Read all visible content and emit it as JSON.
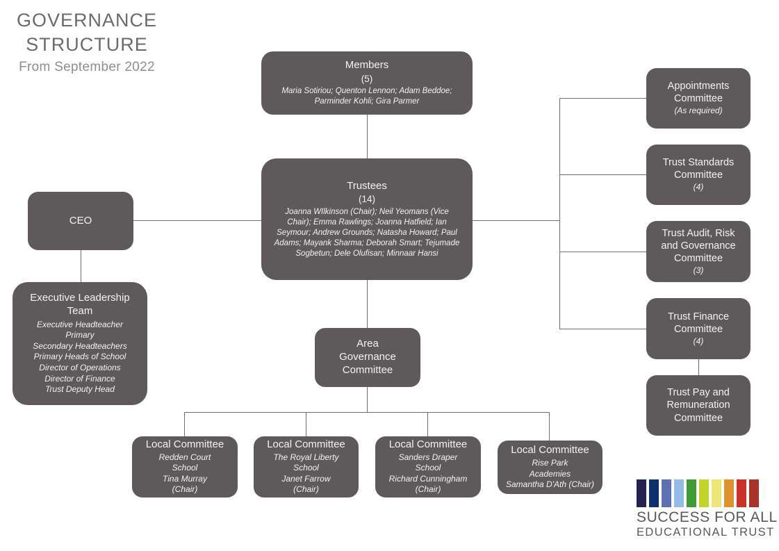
{
  "header": {
    "title_line1": "GOVERNANCE",
    "title_line2": "STRUCTURE",
    "subtitle": "From September 2022"
  },
  "nodes": {
    "members": {
      "title": "Members",
      "count": "(5)",
      "names": "Maria Sotiriou; Quenton Lennon; Adam Beddoe; Parminder Kohli; Gira Parmer"
    },
    "trustees": {
      "title": "Trustees",
      "count": "(14)",
      "names": "Joanna WIlkinson (Chair); Neil Yeomans (Vice Chair); Emma Rawlings; Joanna Hatfield; Ian Seymour; Andrew Grounds; Natasha Howard; Paul Adams; Mayank Sharma; Deborah Smart; Tejumade Sogbetun; Dele Olufisan; Minnaar Hansi"
    },
    "ceo": {
      "title": "CEO"
    },
    "executive_leadership_team": {
      "title": "Executive Leadership Team",
      "roles": [
        "Executive Headteacher",
        "Primary",
        "Secondary Headteachers",
        "Primary Heads of School",
        "Director of Operations",
        "Director of Finance",
        "Trust Deputy Head"
      ]
    },
    "area_governance_committee": {
      "title": "Area Governance Committee"
    }
  },
  "right_committees": [
    {
      "title": "Appointments Committee",
      "note": "(As required)"
    },
    {
      "title": "Trust Standards Committee",
      "note": "(4)"
    },
    {
      "title": "Trust Audit, Risk and Governance Committee",
      "note": "(3)"
    },
    {
      "title": "Trust Finance Committee",
      "note": "(4)"
    },
    {
      "title": "Trust Pay and Remuneration Committee",
      "note": ""
    }
  ],
  "local_committees": [
    {
      "title": "Local Committee",
      "lines": [
        "Redden Court",
        "School",
        "Tina Murray",
        "(Chair)"
      ]
    },
    {
      "title": "Local Committee",
      "lines": [
        "The Royal Liberty",
        "School",
        "Janet Farrow",
        "(Chair)"
      ]
    },
    {
      "title": "Local Committee",
      "lines": [
        "Sanders Draper",
        "School",
        "Richard Cunningham",
        "(Chair)"
      ]
    },
    {
      "title": "Local Committee",
      "lines": [
        "Rise Park",
        "Academies",
        "Samantha D'Ath (Chair)"
      ]
    }
  ],
  "logo": {
    "line1": "SUCCESS FOR ALL",
    "line2": "EDUCATIONAL TRUST",
    "bar_colors": [
      "#262250",
      "#0e2f6e",
      "#5c70b4",
      "#93bde7",
      "#3f9b35",
      "#c3d428",
      "#ece777",
      "#e0922f",
      "#cb3227",
      "#a93229"
    ],
    "text_color": "#58595b"
  },
  "colors": {
    "node_background": "#5e5a5c",
    "node_text": "#f3f2f2",
    "connector": "#6f6f6f",
    "title_text": "#6b6b6b",
    "subtitle_text": "#8e8e8e",
    "page_background": "#ffffff"
  }
}
